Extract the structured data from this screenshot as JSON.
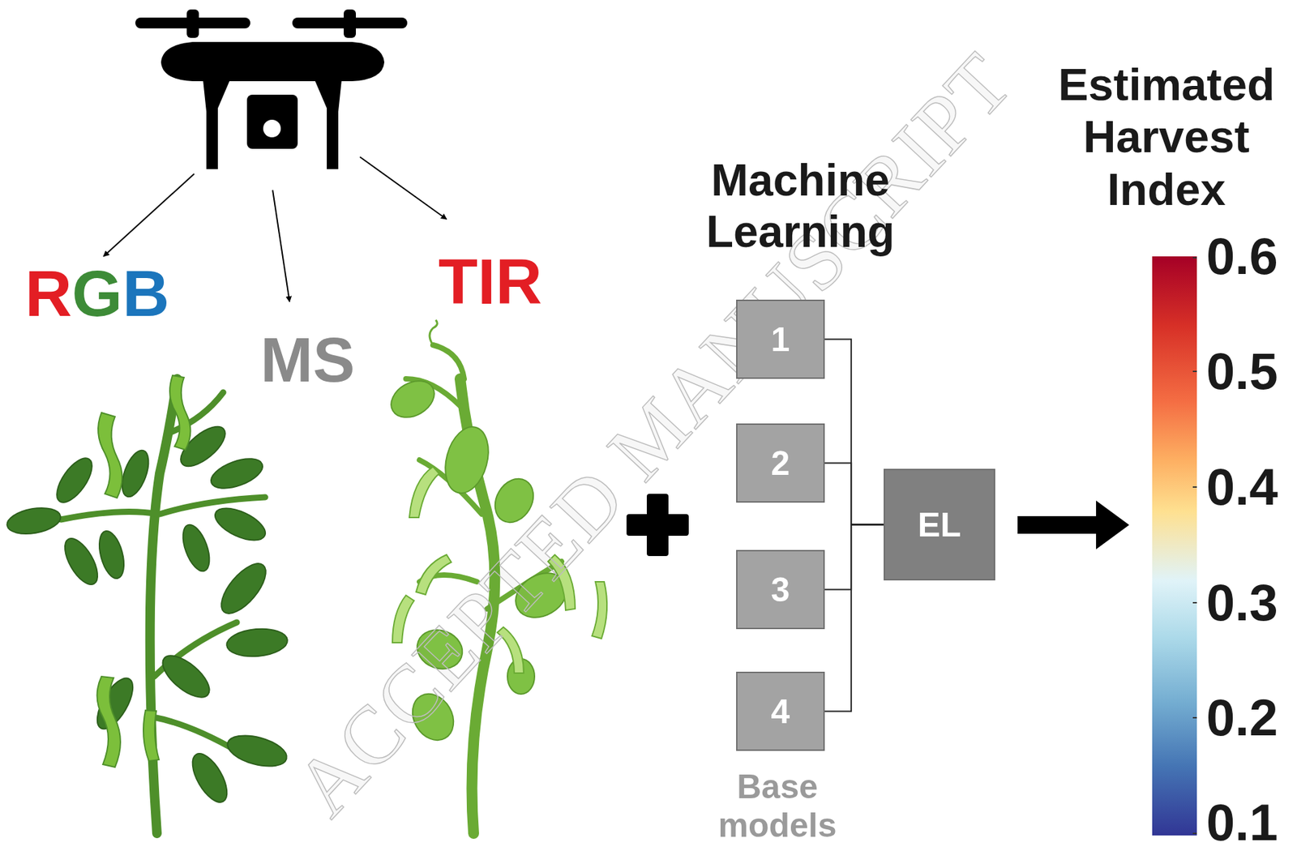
{
  "diagram": {
    "nodes": [
      {
        "text": [
          "1"
        ]
      },
      {
        "text": [
          "2"
        ]
      },
      {
        "text": [
          "3"
        ]
      },
      {
        "text": [
          "4"
        ]
      },
      {
        "text": [
          "EL"
        ]
      }
    ],
    "edges": [
      {
        "from": 0,
        "to": 4,
        "arrow": "none"
      },
      {
        "from": 1,
        "to": 4,
        "arrow": "none"
      },
      {
        "from": 2,
        "to": 4,
        "arrow": "none"
      },
      {
        "from": 3,
        "to": 4,
        "arrow": "none"
      }
    ],
    "labels": [
      "RGB",
      "MS",
      "TIR",
      "Machine Learning",
      "Estimated Harvest Index",
      "0.6",
      "0.5",
      "0.4",
      "0.3",
      "0.2",
      "0.1",
      "Base models",
      "ACCEPTED MANUSCRIPT"
    ]
  }
}
